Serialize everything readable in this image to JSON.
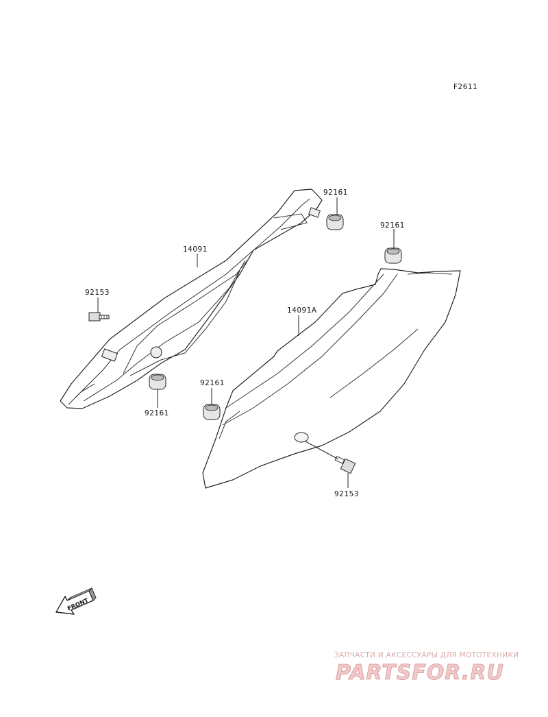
{
  "figure_code": "F2611",
  "callouts": {
    "cover_left": "14091",
    "cover_right": "14091A",
    "grommet_top_left": "92161",
    "grommet_top_right": "92161",
    "grommet_bottom_left": "92161",
    "grommet_mid_right": "92161",
    "bolt_left": "92153",
    "bolt_right": "92153"
  },
  "front_arrow_label": "FRONT",
  "watermark": {
    "caption": "ЗАПЧАСТИ И АКСЕССУАРЫ ДЛЯ МОТОТЕХНИКИ",
    "logo": "PARTSFOR.RU"
  }
}
